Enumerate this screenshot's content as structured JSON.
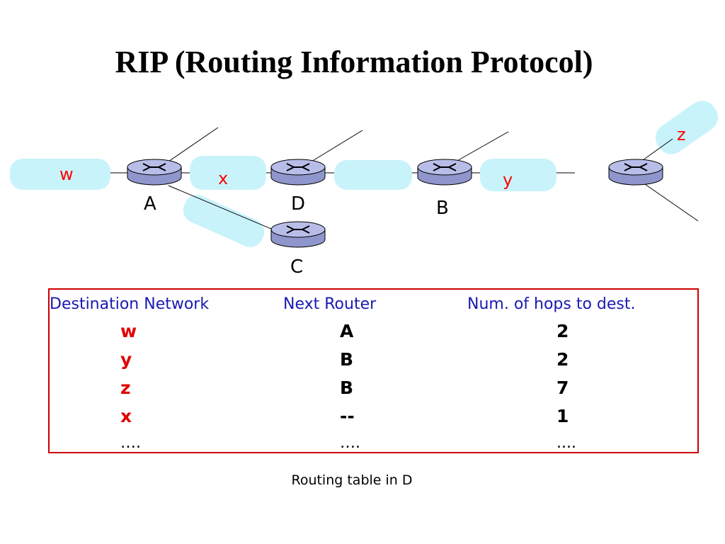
{
  "title": "RIP (Routing Information Protocol)",
  "colors": {
    "network_blob": "#c9f3fb",
    "network_label": "#ff0000",
    "table_border": "#cc0000",
    "header_text": "#1a1ab0",
    "router_fill": "#b8bde8"
  },
  "networks": [
    {
      "id": "w",
      "label": "w"
    },
    {
      "id": "x",
      "label": "x"
    },
    {
      "id": "y",
      "label": "y"
    },
    {
      "id": "z",
      "label": "z"
    }
  ],
  "routers": [
    {
      "id": "A",
      "label": "A"
    },
    {
      "id": "D",
      "label": "D"
    },
    {
      "id": "B",
      "label": "B"
    },
    {
      "id": "C",
      "label": "C"
    },
    {
      "id": "Z",
      "label": ""
    }
  ],
  "routing_table": {
    "headers": [
      "Destination Network",
      "Next  Router",
      "Num. of hops to dest."
    ],
    "rows": [
      {
        "destination": "w",
        "next_router": "A",
        "hops": "2"
      },
      {
        "destination": "y",
        "next_router": "B",
        "hops": "2"
      },
      {
        "destination": "z",
        "next_router": "B",
        "hops": "7"
      },
      {
        "destination": "x",
        "next_router": "--",
        "hops": "1"
      },
      {
        "destination": "….",
        "next_router": "….",
        "hops": "...."
      }
    ]
  },
  "caption": "Routing table in D"
}
